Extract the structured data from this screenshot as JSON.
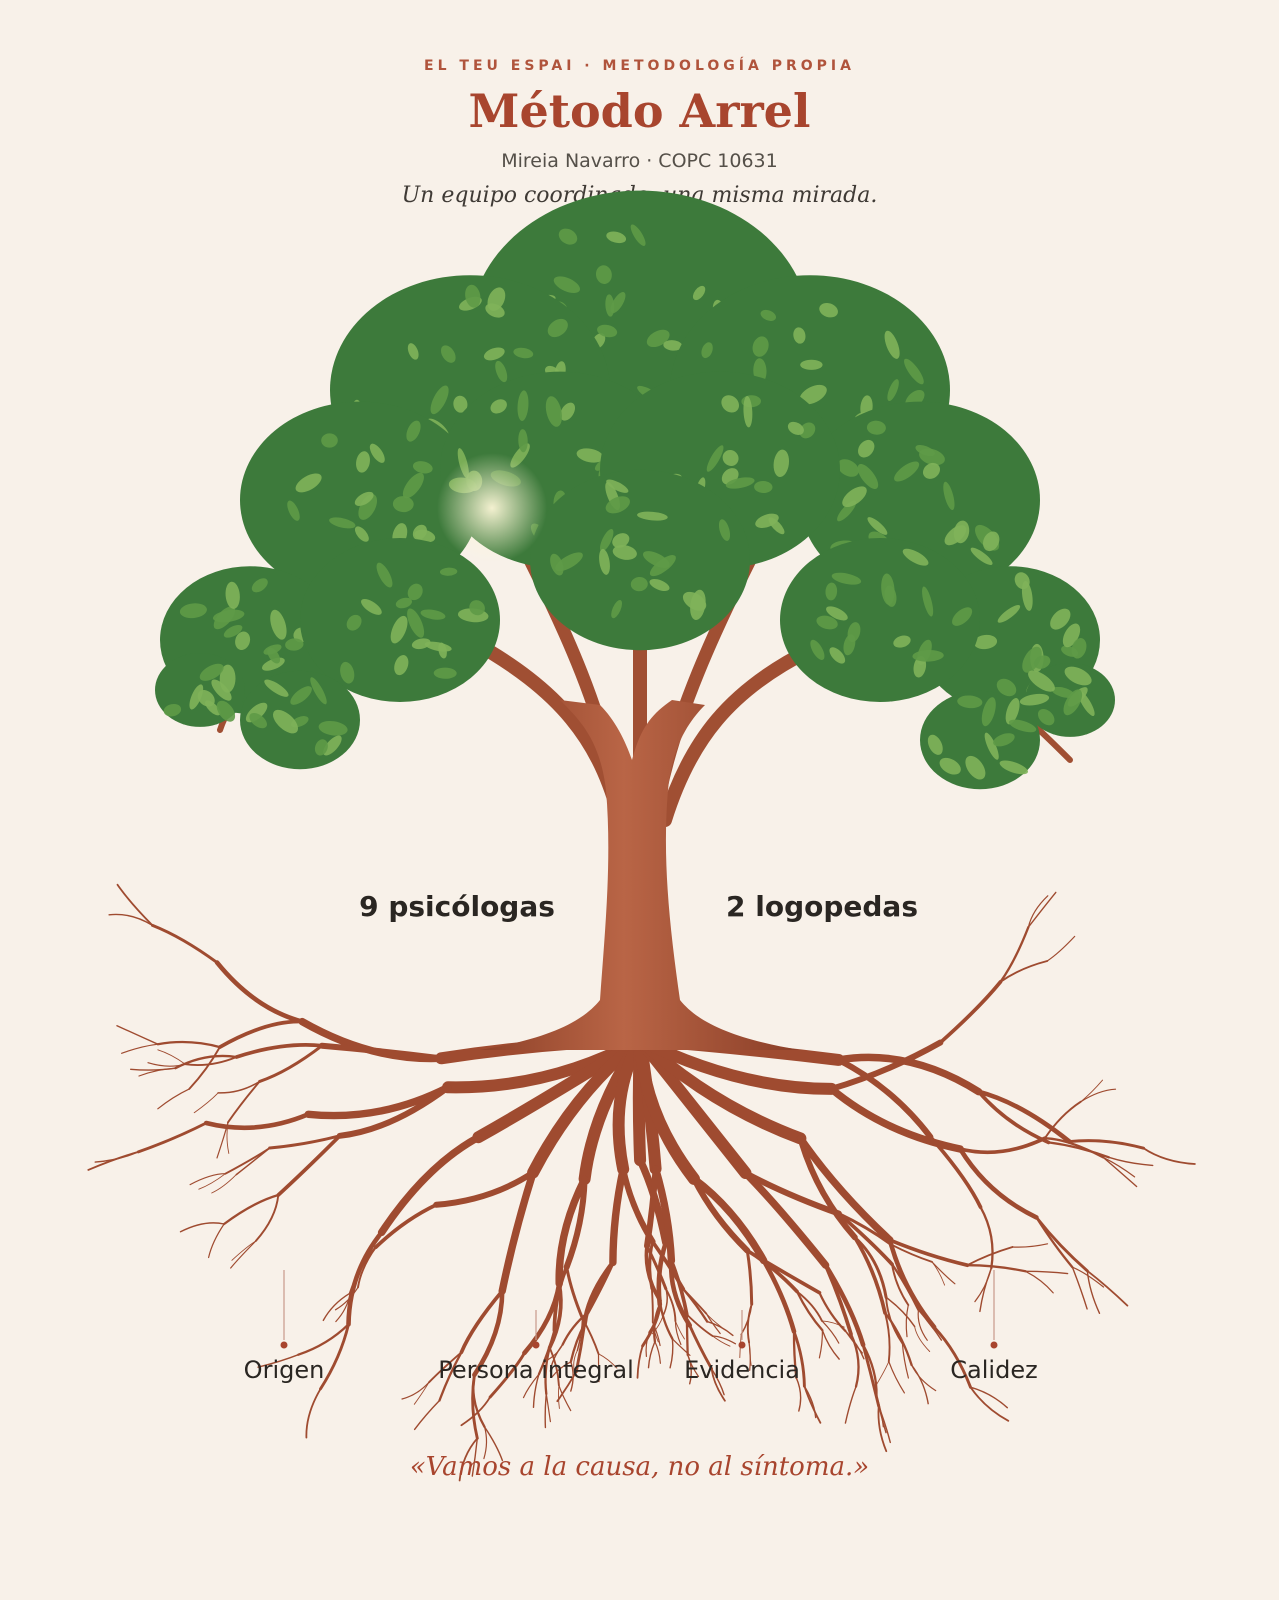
{
  "header": {
    "eyebrow": "EL TEU ESPAI · METODOLOGÍA PROPIA",
    "title": "Método Arrel",
    "author": "Mireia Navarro · COPC 10631",
    "tagline": "Un equipo coordinado, una misma mirada."
  },
  "tree": {
    "team_left": "9 psicólogas",
    "team_right": "2 logopedas",
    "roots": [
      {
        "label": "Origen"
      },
      {
        "label": "Persona integral"
      },
      {
        "label": "Evidencia"
      },
      {
        "label": "Calidez"
      }
    ]
  },
  "quote": "«Vamos a la causa, no al síntoma.»",
  "colors": {
    "background": "#f8f1e9",
    "accent": "#a8452e",
    "trunk": "#a9573b",
    "leaf_dark": "#3d7a3b",
    "leaf_light": "#7fb35a"
  }
}
